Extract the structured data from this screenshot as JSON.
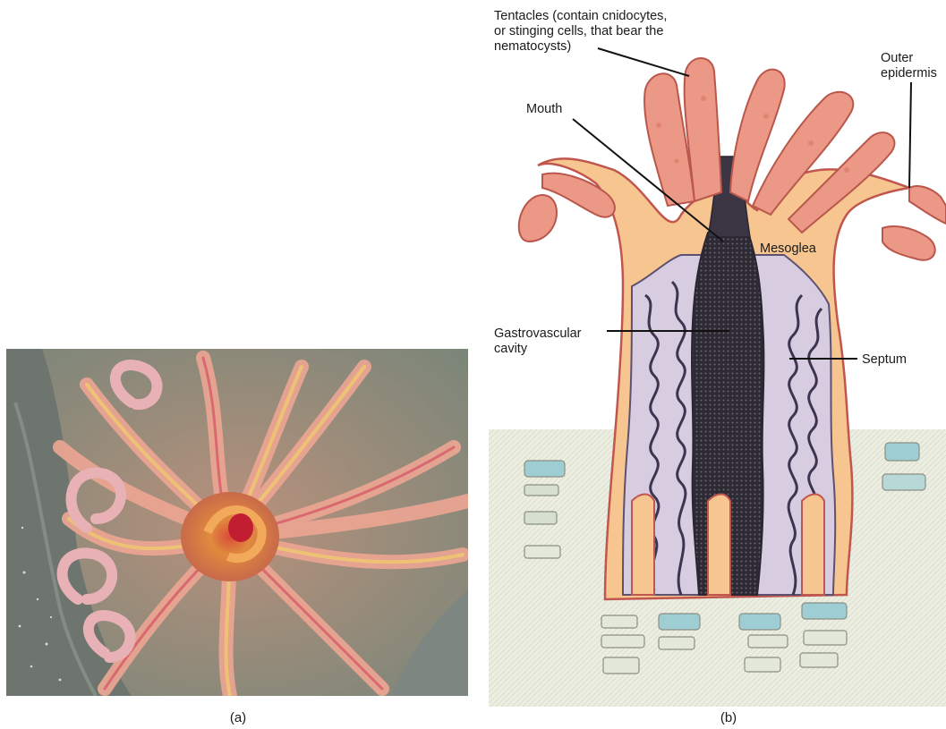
{
  "panels": {
    "a": {
      "label": "(a)"
    },
    "b": {
      "label": "(b)"
    }
  },
  "callouts": {
    "tentacles": "Tentacles (contain cnidocytes,\nor stinging cells, that bear the\nnematocysts)",
    "outer_epidermis": "Outer\nepidermis",
    "mouth": "Mouth",
    "mesoglea": "Mesoglea",
    "gastrovascular_cavity": "Gastrovascular\ncavity",
    "septum": "Septum"
  },
  "colors": {
    "tentacle": "#e8907f",
    "mesoglea": "#f5c896",
    "cavity": "#3a3340",
    "septum": "#bfb0c9",
    "substrate": "#e3e6d6",
    "rock": "#7e8780"
  }
}
